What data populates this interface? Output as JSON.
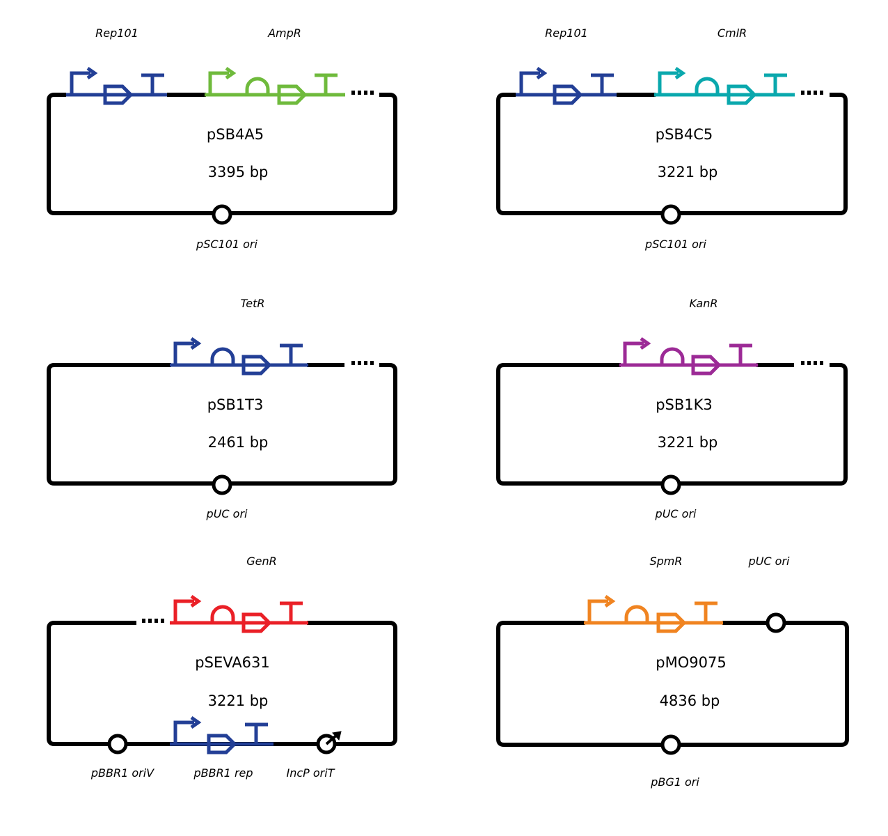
{
  "colors": {
    "backbone": "#000000",
    "blue": "#233f96",
    "green": "#6fba3c",
    "teal": "#0aa8ad",
    "magenta": "#9c2a96",
    "red": "#ea2027",
    "orange": "#f08421"
  },
  "plasmids": [
    {
      "name": "pSB4A5",
      "size": "3395  bp",
      "cassettes": [
        {
          "label": "Rep101",
          "color": "blue",
          "parts": [
            "promoter",
            "cds",
            "terminator"
          ]
        },
        {
          "label": "AmpR",
          "color": "green",
          "parts": [
            "promoter",
            "rbs",
            "cds",
            "terminator"
          ]
        }
      ],
      "bottom_features": [
        {
          "type": "origin",
          "label": "pSC101  ori"
        }
      ]
    },
    {
      "name": "pSB4C5",
      "size": "3221  bp",
      "cassettes": [
        {
          "label": "Rep101",
          "color": "blue",
          "parts": [
            "promoter",
            "cds",
            "terminator"
          ]
        },
        {
          "label": "CmlR",
          "color": "teal",
          "parts": [
            "promoter",
            "rbs",
            "cds",
            "terminator"
          ]
        }
      ],
      "bottom_features": [
        {
          "type": "origin",
          "label": "pSC101  ori"
        }
      ]
    },
    {
      "name": "pSB1T3",
      "size": "2461  bp",
      "cassettes": [
        {
          "label": "TetR",
          "color": "blue",
          "parts": [
            "promoter",
            "rbs",
            "cds",
            "terminator"
          ]
        }
      ],
      "bottom_features": [
        {
          "type": "origin",
          "label": "pUC  ori"
        }
      ]
    },
    {
      "name": "pSB1K3",
      "size": "3221  bp",
      "cassettes": [
        {
          "label": "KanR",
          "color": "magenta",
          "parts": [
            "promoter",
            "rbs",
            "cds",
            "terminator"
          ]
        }
      ],
      "bottom_features": [
        {
          "type": "origin",
          "label": "pUC  ori"
        }
      ]
    },
    {
      "name": "pSEVA631",
      "size": "3221  bp",
      "cassettes": [
        {
          "label": "GenR",
          "color": "red",
          "parts": [
            "promoter",
            "rbs",
            "cds",
            "terminator"
          ]
        }
      ],
      "bottom_features": [
        {
          "type": "origin",
          "label": "pBBR1  oriV"
        },
        {
          "type": "cassette",
          "label": "pBBR1  rep",
          "color": "blue",
          "parts": [
            "promoter",
            "cds",
            "terminator"
          ]
        },
        {
          "type": "origin-of-transfer",
          "label": "IncP  oriT"
        }
      ]
    },
    {
      "name": "pMO9075",
      "size": "4836  bp",
      "cassettes": [
        {
          "label": "SpmR",
          "color": "orange",
          "parts": [
            "promoter",
            "rbs",
            "cds",
            "terminator"
          ]
        }
      ],
      "top_origin": {
        "label": "pUC  ori"
      },
      "bottom_features": [
        {
          "type": "origin",
          "label": "pBG1  ori"
        }
      ]
    }
  ]
}
